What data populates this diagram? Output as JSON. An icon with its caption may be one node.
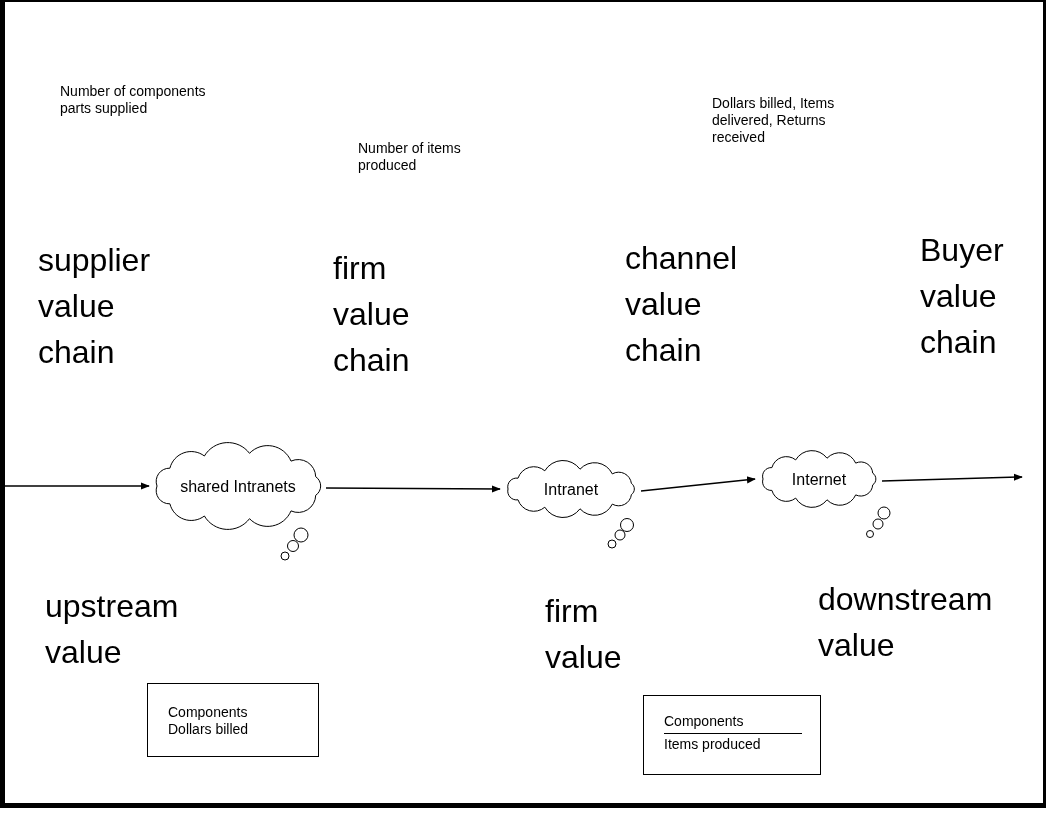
{
  "diagram": {
    "nodes": [
      {
        "text": [
          "shared Intranets"
        ]
      },
      {
        "text": [
          "Intranet"
        ]
      },
      {
        "text": [
          "Internet"
        ]
      },
      {
        "text": [
          "Components",
          "Dollars billed"
        ]
      },
      {
        "text": [
          "Components",
          "Items produced"
        ]
      }
    ],
    "edges": [
      {
        "from": null,
        "to": 0,
        "arrow": "to"
      },
      {
        "from": 0,
        "to": 1,
        "arrow": "to"
      },
      {
        "from": 1,
        "to": 2,
        "arrow": "to"
      },
      {
        "from": 2,
        "to": null,
        "arrow": "to"
      }
    ],
    "labels": [
      "Number of components parts supplied",
      "Dollars billed, Items delivered, Returns received",
      "Number of items produced",
      "supplier value chain",
      "firm value chain",
      "channel value chain",
      "Buyer value chain",
      "upstream value",
      "firm value",
      "downstream value"
    ]
  }
}
